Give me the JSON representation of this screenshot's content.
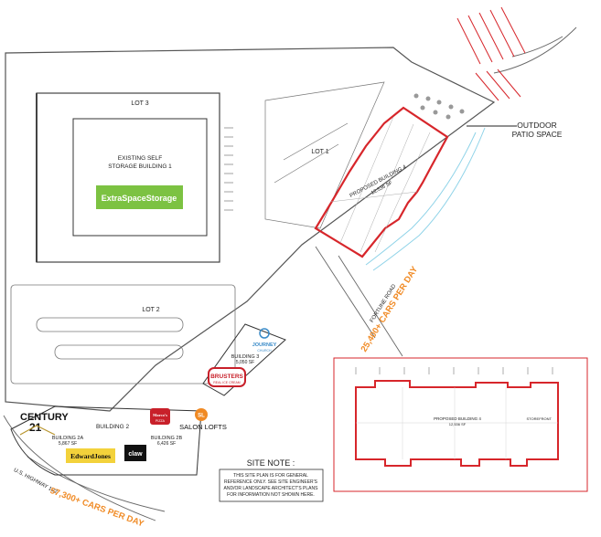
{
  "plan": {
    "storage": {
      "lot_label": "LOT 3",
      "title_line1": "EXISTING SELF",
      "title_line2": "STORAGE BUILDING 1",
      "logo_text": "ExtraSpaceStorage",
      "logo_color": "#7cc242"
    },
    "lot1": {
      "label": "LOT 1"
    },
    "lot2": {
      "label": "LOT 2"
    },
    "building4": {
      "title": "PROPOSED BUILDING 4",
      "area": "12,536 SF",
      "outline_color": "#d7262b"
    },
    "outdoor_patio": {
      "line1": "OUTDOOR",
      "line2": "PATIO SPACE"
    },
    "building3": {
      "title": "BUILDING 3",
      "area": "5,050 SF"
    },
    "building2": {
      "title": "BUILDING 2"
    },
    "building2a": {
      "title": "BUILDING 2A",
      "area": "5,867 SF"
    },
    "building2b": {
      "title": "BUILDING 2B",
      "area": "6,426 SF"
    },
    "tenants": {
      "journey": {
        "line1": "JOURNEY",
        "line2": "CHURCH"
      },
      "brusters": {
        "line1": "BRUSTERS",
        "line2": "REAL ICE CREAM"
      },
      "century21": {
        "main": "CENTURY",
        "num": "21"
      },
      "marcos": {
        "line1": "Marco's",
        "line2": "PIZZA"
      },
      "salon_lofts": {
        "text": "SALON LOFTS",
        "badge": "SL"
      },
      "edward_jones": {
        "text": "EdwardJones"
      },
      "claw": {
        "text": "claw"
      }
    },
    "roads": {
      "fortune": "FORTUNE ROAD",
      "fortune_count": "25,400+ CARS PER DAY",
      "highway": "U.S. HIGHWAY 192",
      "highway_count": "57,300+ CARS PER DAY"
    },
    "site_note": {
      "title": "SITE NOTE :",
      "line1": "THIS SITE PLAN IS FOR GENERAL",
      "line2": "REFERENCE ONLY. SEE SITE ENGINEER'S",
      "line3": "AND/OR LANDSCAPE ARCHITECT'S PLANS",
      "line4": "FOR INFORMATION NOT SHOWN HERE."
    },
    "inset": {
      "title": "PROPOSED BUILDING 4",
      "area": "12,536 SF",
      "storefront": "STOREFRONT",
      "frame_color": "#d7262b"
    }
  }
}
